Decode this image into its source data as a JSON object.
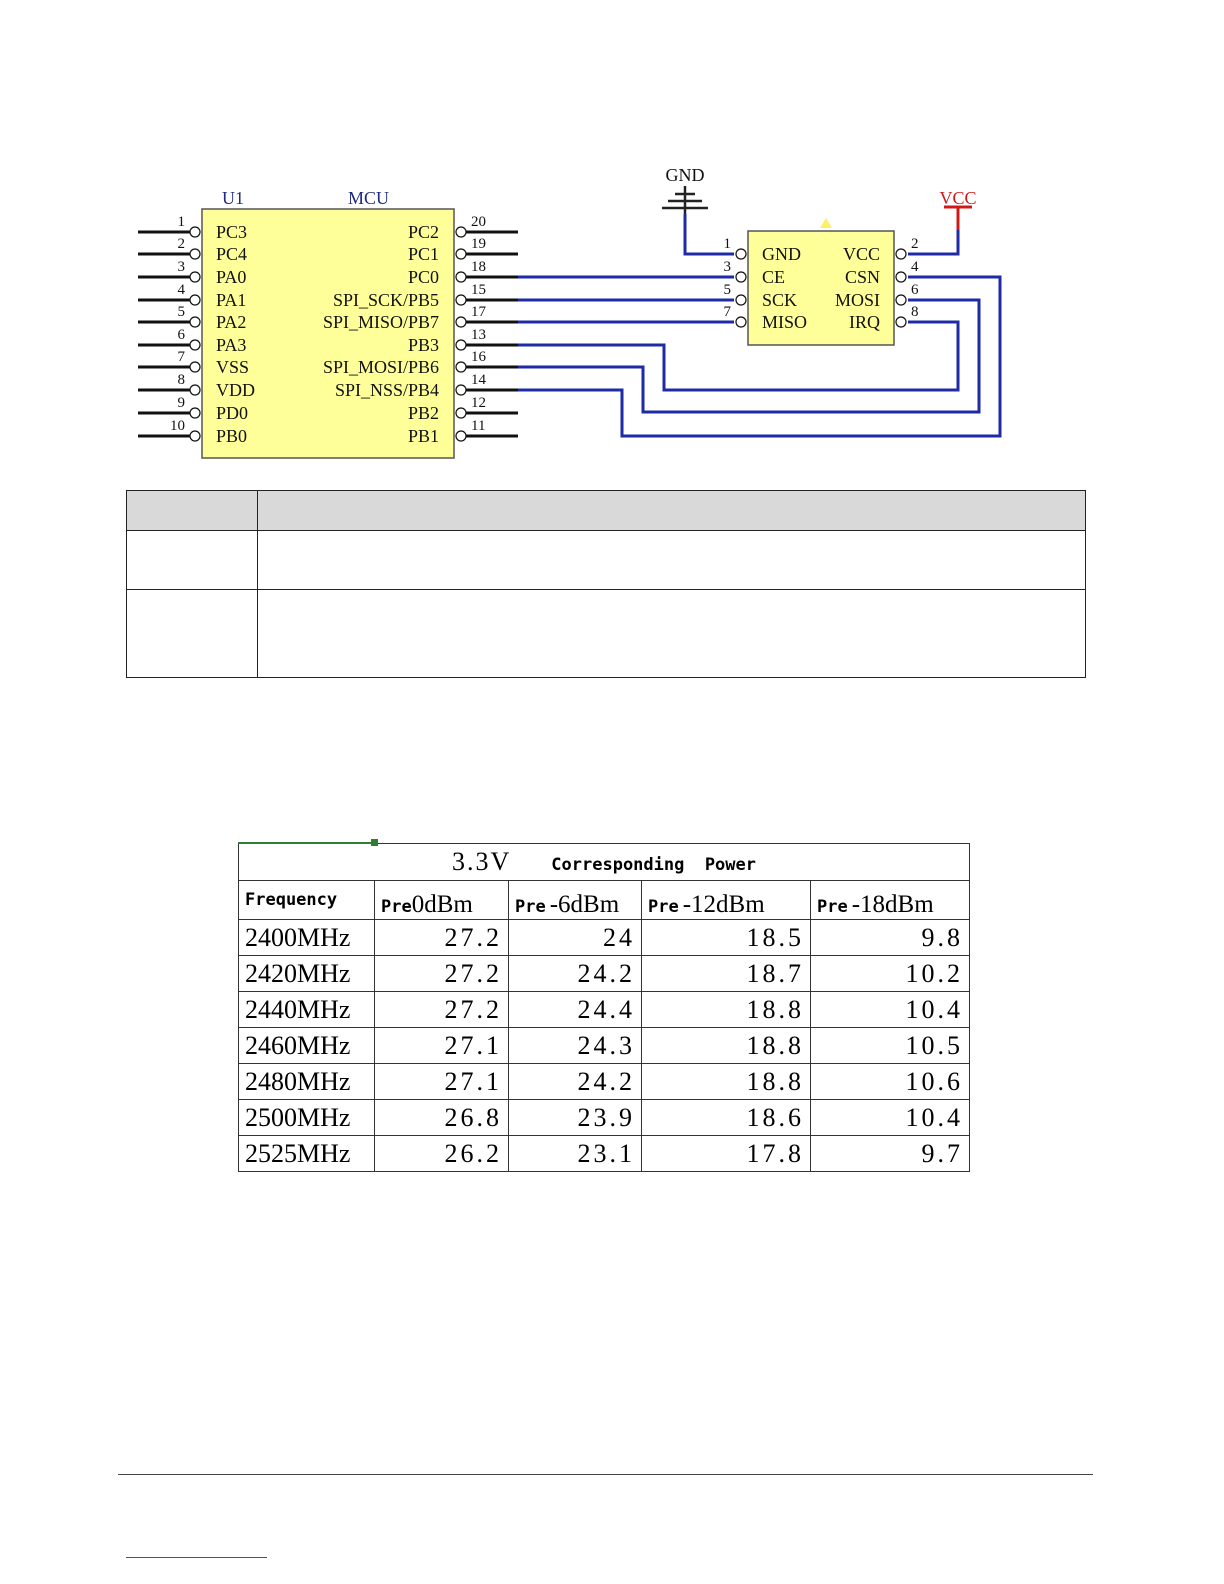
{
  "mcu": {
    "ref": "U1",
    "name": "MCU",
    "left_pins": [
      {
        "num": "1",
        "name": "PC3"
      },
      {
        "num": "2",
        "name": "PC4"
      },
      {
        "num": "3",
        "name": "PA0"
      },
      {
        "num": "4",
        "name": "PA1"
      },
      {
        "num": "5",
        "name": "PA2"
      },
      {
        "num": "6",
        "name": "PA3"
      },
      {
        "num": "7",
        "name": "VSS"
      },
      {
        "num": "8",
        "name": "VDD"
      },
      {
        "num": "9",
        "name": "PD0"
      },
      {
        "num": "10",
        "name": "PB0"
      }
    ],
    "right_pins": [
      {
        "num": "20",
        "name": "PC2"
      },
      {
        "num": "19",
        "name": "PC1"
      },
      {
        "num": "18",
        "name": "PC0"
      },
      {
        "num": "15",
        "name": "SPI_SCK/PB5"
      },
      {
        "num": "17",
        "name": "SPI_MISO/PB7"
      },
      {
        "num": "13",
        "name": "PB3"
      },
      {
        "num": "16",
        "name": "SPI_MOSI/PB6"
      },
      {
        "num": "14",
        "name": "SPI_NSS/PB4"
      },
      {
        "num": "12",
        "name": "PB2"
      },
      {
        "num": "11",
        "name": "PB1"
      }
    ]
  },
  "module": {
    "left_pins": [
      {
        "num": "1",
        "name": "GND"
      },
      {
        "num": "3",
        "name": "CE"
      },
      {
        "num": "5",
        "name": "SCK"
      },
      {
        "num": "7",
        "name": "MISO"
      }
    ],
    "right_pins": [
      {
        "num": "2",
        "name": "VCC"
      },
      {
        "num": "4",
        "name": "CSN"
      },
      {
        "num": "6",
        "name": "MOSI"
      },
      {
        "num": "8",
        "name": "IRQ"
      }
    ]
  },
  "power_labels": {
    "gnd": "GND",
    "vcc": "VCC"
  },
  "colors": {
    "wire": "#1f2aa6",
    "chip_fill": "#ffff99",
    "vcc": "#d01818",
    "grid": "#333333"
  },
  "power_table": {
    "title_voltage": "3.3V",
    "title_text": "Corresponding  Power",
    "col_freq": "Frequency",
    "col_prefix": "Pre",
    "levels": [
      "0dBm",
      "-6dBm",
      "-12dBm",
      "-18dBm"
    ],
    "rows": [
      {
        "freq": "2400MHz",
        "v": [
          "27.2",
          "24",
          "18.5",
          "9.8"
        ]
      },
      {
        "freq": "2420MHz",
        "v": [
          "27.2",
          "24.2",
          "18.7",
          "10.2"
        ]
      },
      {
        "freq": "2440MHz",
        "v": [
          "27.2",
          "24.4",
          "18.8",
          "10.4"
        ]
      },
      {
        "freq": "2460MHz",
        "v": [
          "27.1",
          "24.3",
          "18.8",
          "10.5"
        ]
      },
      {
        "freq": "2480MHz",
        "v": [
          "27.1",
          "24.2",
          "18.8",
          "10.6"
        ]
      },
      {
        "freq": "2500MHz",
        "v": [
          "26.8",
          "23.9",
          "18.6",
          "10.4"
        ]
      },
      {
        "freq": "2525MHz",
        "v": [
          "26.2",
          "23.1",
          "17.8",
          "9.7"
        ]
      }
    ]
  }
}
